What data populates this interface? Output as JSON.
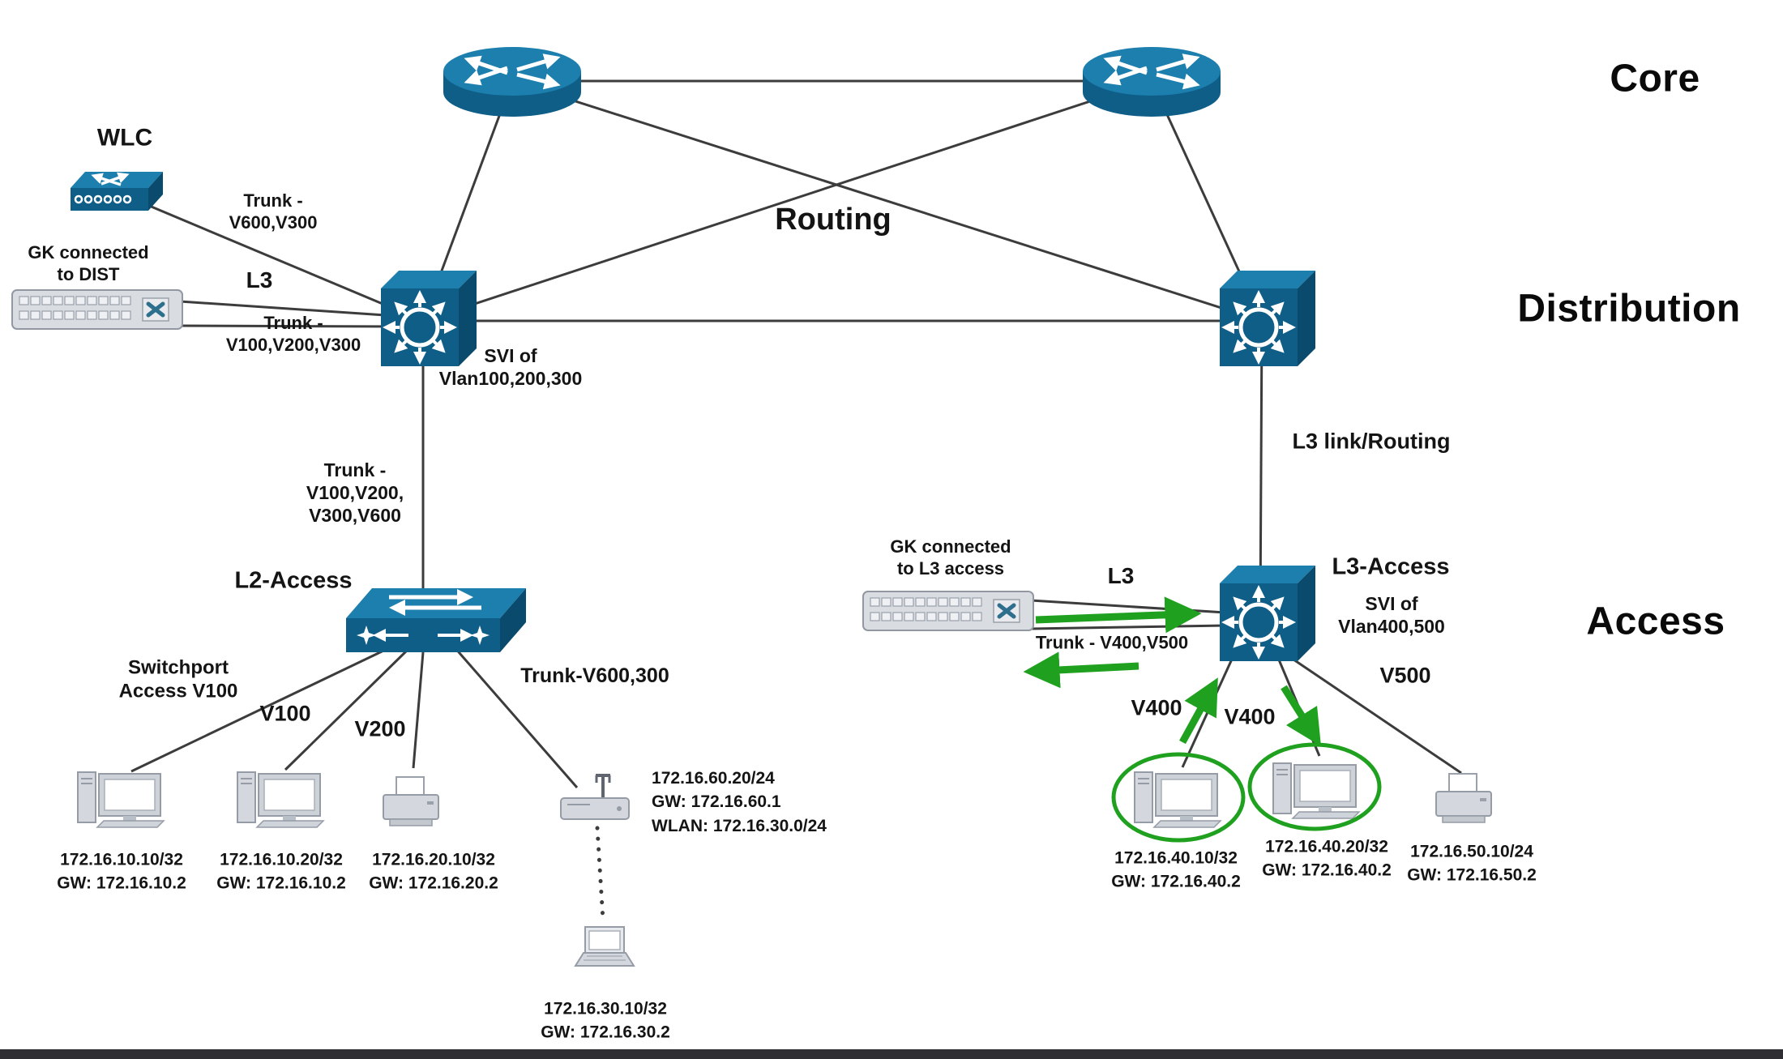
{
  "colors": {
    "device_blue_top": "#1c7fae",
    "device_blue_front": "#0f5e88",
    "device_blue_side": "#0a4a6d",
    "line": "#3c3c3c",
    "highlight_green": "#1fa11f",
    "text": "#141414"
  },
  "layer_labels": {
    "core": "Core",
    "distribution": "Distribution",
    "access": "Access"
  },
  "core": {
    "routing_label": "Routing"
  },
  "left_dist": {
    "wlc_label": "WLC",
    "wlc_trunk": "Trunk -\nV600,V300",
    "gk_label": "GK connected\nto DIST",
    "l3_label": "L3",
    "gk_trunk": "Trunk -\nV100,V200,V300",
    "svi": "SVI of\nVlan100,200,300",
    "downlink_trunk": "Trunk -\nV100,V200,\nV300,V600"
  },
  "right_dist": {
    "l3_link": "L3 link/Routing"
  },
  "l2_access": {
    "name": "L2-Access",
    "switchport": "Switchport\nAccess V100",
    "v100": "V100",
    "v200": "V200",
    "trunk": "Trunk-V600,300"
  },
  "l3_access": {
    "name": "L3-Access",
    "gk_label": "GK connected\nto L3 access",
    "l3_label": "L3",
    "trunk": "Trunk - V400,V500",
    "svi": "SVI of\nVlan400,500",
    "v400_left": "V400",
    "v400_right": "V400",
    "v500": "V500"
  },
  "endpoints": {
    "pc1": "172.16.10.10/32\nGW: 172.16.10.2",
    "pc2": "172.16.10.20/32\nGW: 172.16.10.2",
    "printer1": "172.16.20.10/32\nGW: 172.16.20.2",
    "ap": "172.16.60.20/24\nGW: 172.16.60.1\nWLAN: 172.16.30.0/24",
    "laptop": "172.16.30.10/32\nGW: 172.16.30.2",
    "pc3": "172.16.40.10/32\nGW: 172.16.40.2",
    "pc4": "172.16.40.20/32\nGW: 172.16.40.2",
    "printer2": "172.16.50.10/24\nGW: 172.16.50.2"
  }
}
